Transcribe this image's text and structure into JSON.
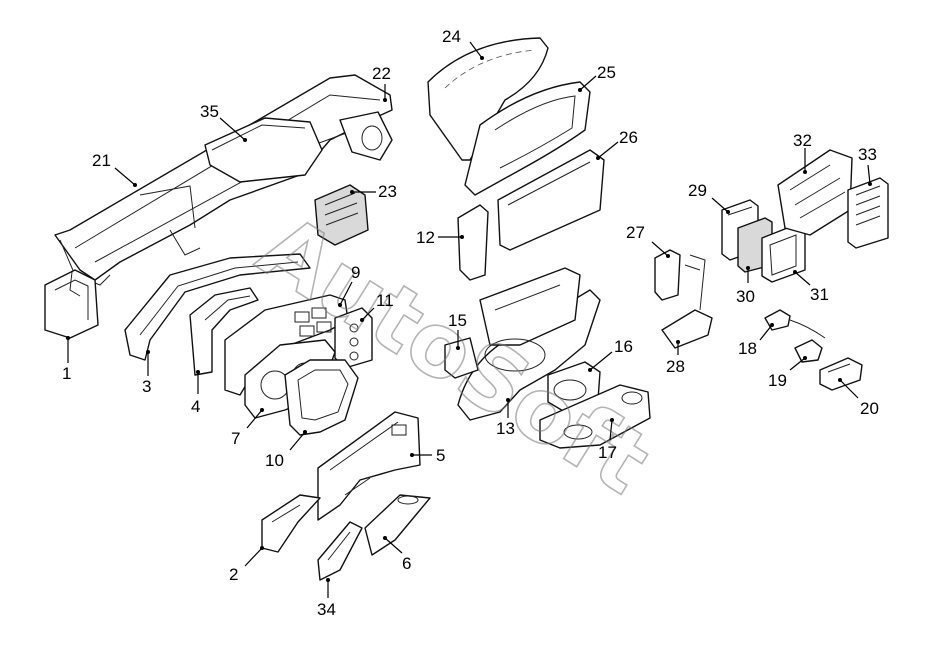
{
  "watermark": "AutoSoft",
  "callouts": [
    {
      "id": "1",
      "label": "1"
    },
    {
      "id": "2",
      "label": "2"
    },
    {
      "id": "3",
      "label": "3"
    },
    {
      "id": "4",
      "label": "4"
    },
    {
      "id": "5",
      "label": "5"
    },
    {
      "id": "6",
      "label": "6"
    },
    {
      "id": "7",
      "label": "7"
    },
    {
      "id": "9",
      "label": "9"
    },
    {
      "id": "10",
      "label": "10"
    },
    {
      "id": "11",
      "label": "11"
    },
    {
      "id": "12",
      "label": "12"
    },
    {
      "id": "13",
      "label": "13"
    },
    {
      "id": "15",
      "label": "15"
    },
    {
      "id": "16",
      "label": "16"
    },
    {
      "id": "17",
      "label": "17"
    },
    {
      "id": "18",
      "label": "18"
    },
    {
      "id": "19",
      "label": "19"
    },
    {
      "id": "20",
      "label": "20"
    },
    {
      "id": "21",
      "label": "21"
    },
    {
      "id": "22",
      "label": "22"
    },
    {
      "id": "23",
      "label": "23"
    },
    {
      "id": "24",
      "label": "24"
    },
    {
      "id": "25",
      "label": "25"
    },
    {
      "id": "26",
      "label": "26"
    },
    {
      "id": "27",
      "label": "27"
    },
    {
      "id": "28",
      "label": "28"
    },
    {
      "id": "29",
      "label": "29"
    },
    {
      "id": "30",
      "label": "30"
    },
    {
      "id": "31",
      "label": "31"
    },
    {
      "id": "32",
      "label": "32"
    },
    {
      "id": "33",
      "label": "33"
    },
    {
      "id": "34",
      "label": "34"
    },
    {
      "id": "35",
      "label": "35"
    }
  ]
}
